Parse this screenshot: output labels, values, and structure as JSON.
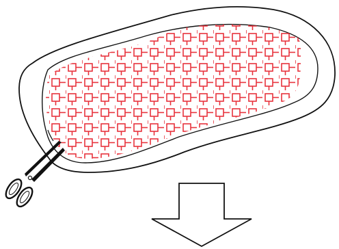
{
  "figure": {
    "colors": {
      "outline": "#111111",
      "pattern": "#e8323c",
      "background": "#ffffff"
    },
    "items": [
      {
        "name": "fabric-patch",
        "icon": "outlined-sheet-shape"
      },
      {
        "name": "embroidered-pattern",
        "icon": "square-pattern"
      },
      {
        "name": "scissors",
        "icon": "scissors-icon"
      },
      {
        "name": "down-arrow",
        "icon": "arrow-down-icon"
      }
    ]
  }
}
